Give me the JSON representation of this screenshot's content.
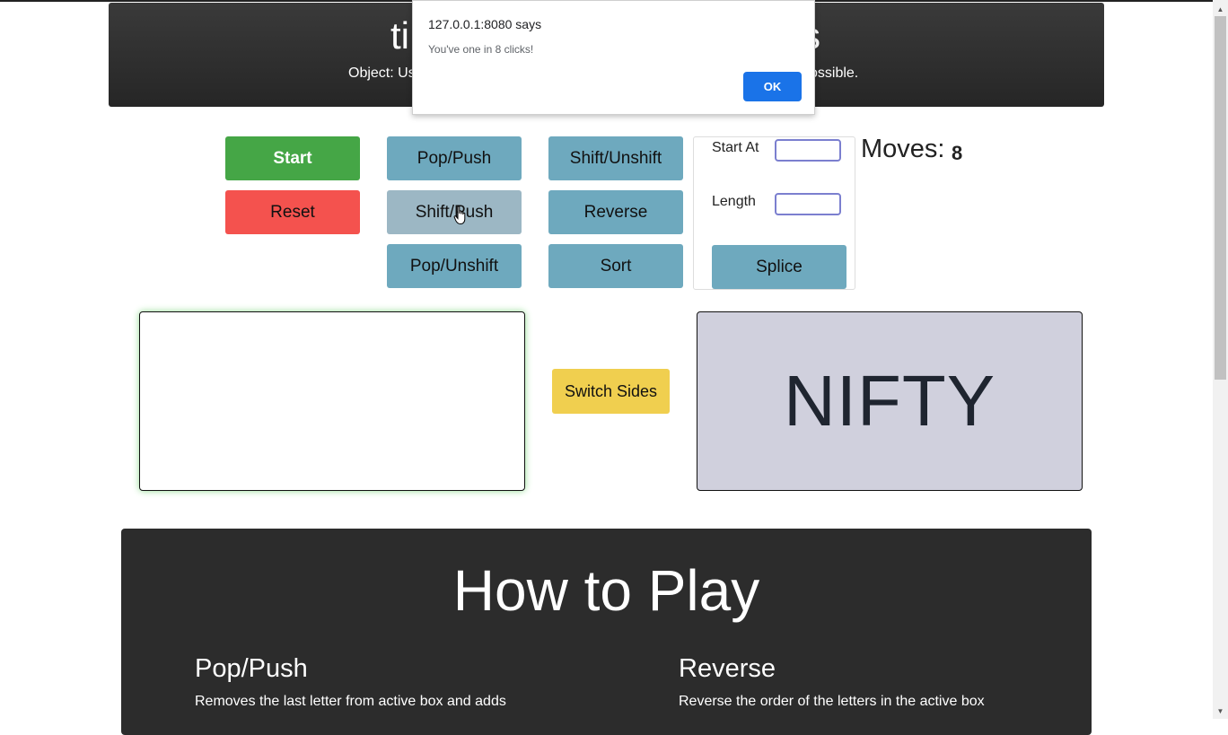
{
  "header": {
    "title_left": "ti",
    "title_right": "s",
    "subtitle_left": "Object: Us",
    "subtitle_right": "ossible."
  },
  "controls": {
    "start": "Start",
    "reset": "Reset",
    "pop_push": "Pop/Push",
    "shift_push": "Shift/Push",
    "pop_unshift": "Pop/Unshift",
    "shift_unshift": "Shift/Unshift",
    "reverse": "Reverse",
    "sort": "Sort",
    "switch_sides": "Switch Sides"
  },
  "splice": {
    "start_at_label": "Start At",
    "start_at_value": "",
    "length_label": "Length",
    "length_value": "",
    "button": "Splice"
  },
  "moves": {
    "label": "Moves:",
    "value": "8"
  },
  "boxes": {
    "left_text": "",
    "right_text": "NIFTY"
  },
  "how_to_play": {
    "title": "How to Play",
    "sections": [
      {
        "heading": "Pop/Push",
        "text": "Removes the last letter from active box and adds"
      },
      {
        "heading": "Reverse",
        "text": "Reverse the order of the letters in the active box"
      }
    ]
  },
  "dialog": {
    "title": "127.0.0.1:8080 says",
    "message": "You've one in 8 clicks!",
    "ok": "OK"
  },
  "colors": {
    "start": "#45a646",
    "reset": "#f4524e",
    "action": "#6ea9be",
    "switch": "#f0cf4f",
    "target_box": "#d0d0dd",
    "dialog_ok": "#1a73e8"
  }
}
